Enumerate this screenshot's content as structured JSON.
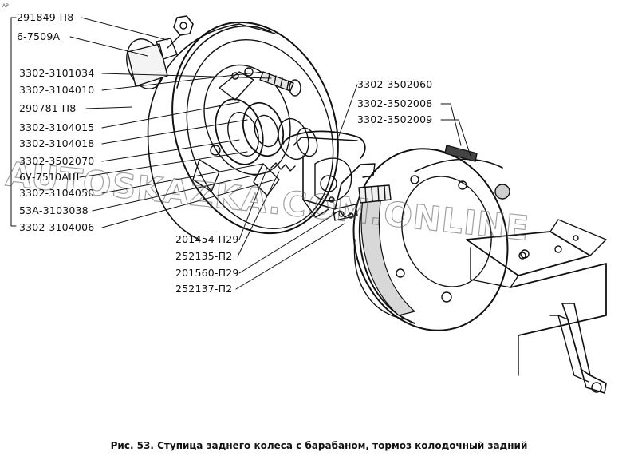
{
  "corner_mark": "AP",
  "caption": "Рис. 53. Ступица заднего колеса с барабаном, тормоз колодочный задний",
  "watermark": "AUTOSKAZKA.COM.ONLINE",
  "labels_left": [
    "291849-П8",
    "6-7509А",
    "3302-3101034",
    "3302-3104010",
    "290781-П8",
    "3302-3104015",
    "3302-3104018",
    "3302-3502070",
    "6У-7510АШ",
    "3302-3104050",
    "53А-3103038",
    "3302-3104006"
  ],
  "labels_mid": [
    "201454-П29",
    "252135-П2",
    "201560-П29",
    "252137-П2"
  ],
  "labels_right": [
    "3302-3502060",
    "3302-3502008",
    "3302-3502009"
  ]
}
